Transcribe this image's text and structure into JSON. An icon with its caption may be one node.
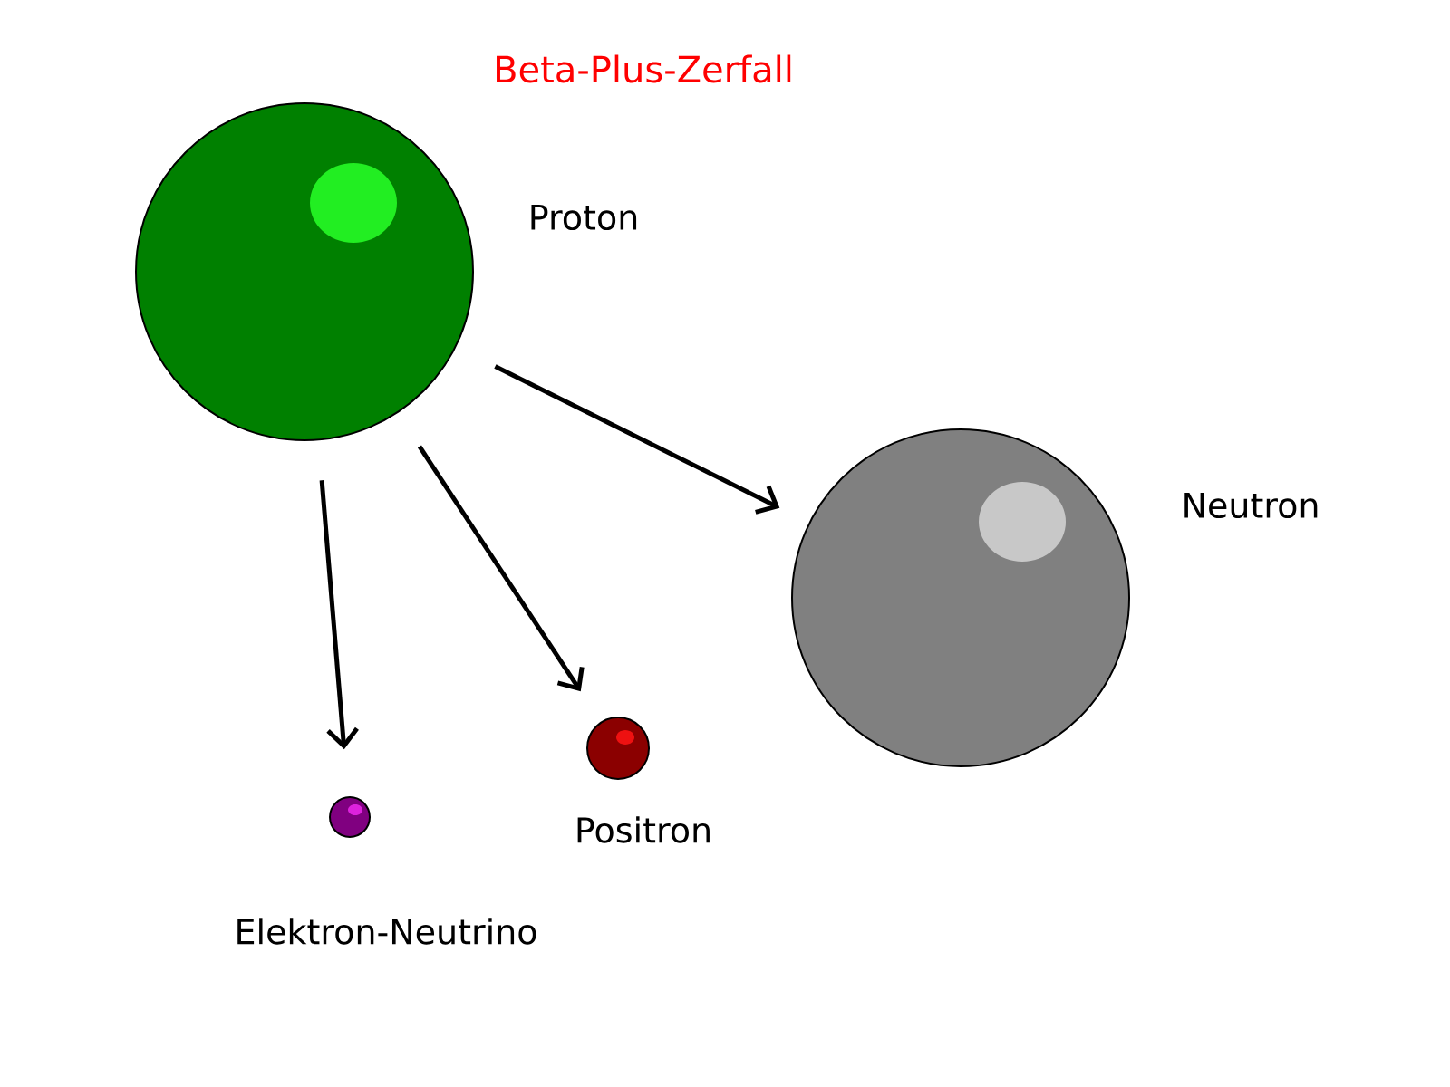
{
  "diagram": {
    "title": "Beta-Plus-Zerfall",
    "nodes": [
      {
        "text": [],
        "shape": "circle",
        "beside": [
          "Proton"
        ]
      },
      {
        "text": [],
        "shape": "circle",
        "beside": [
          "Neutron"
        ]
      },
      {
        "text": [],
        "shape": "circle",
        "beside": [
          "Positron"
        ]
      },
      {
        "text": [],
        "shape": "circle",
        "beside": [
          "Elektron-Neutrino"
        ]
      }
    ],
    "edges": [
      {
        "from": 0,
        "to": 1,
        "arrow": "to"
      },
      {
        "from": 0,
        "to": 2,
        "arrow": "to"
      },
      {
        "from": 0,
        "to": 3,
        "arrow": "to"
      }
    ]
  }
}
